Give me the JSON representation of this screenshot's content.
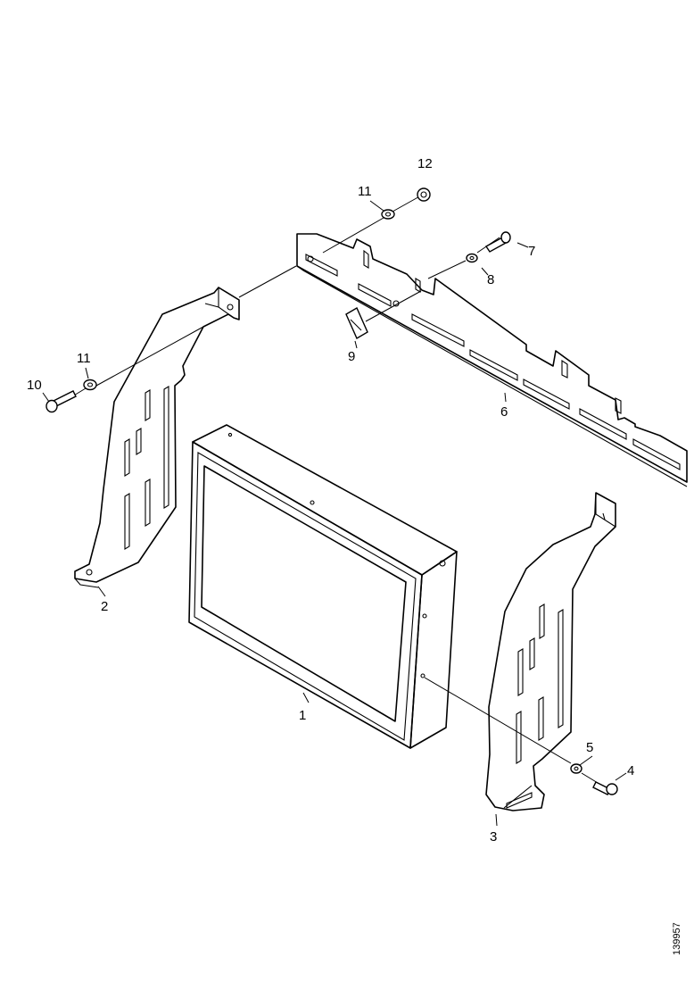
{
  "callouts": {
    "c1": "1",
    "c2": "2",
    "c3": "3",
    "c4": "4",
    "c5": "5",
    "c6": "6",
    "c7": "7",
    "c8": "8",
    "c9": "9",
    "c10": "10",
    "c11a": "11",
    "c11b": "11",
    "c12": "12"
  },
  "doc_id": "139957"
}
